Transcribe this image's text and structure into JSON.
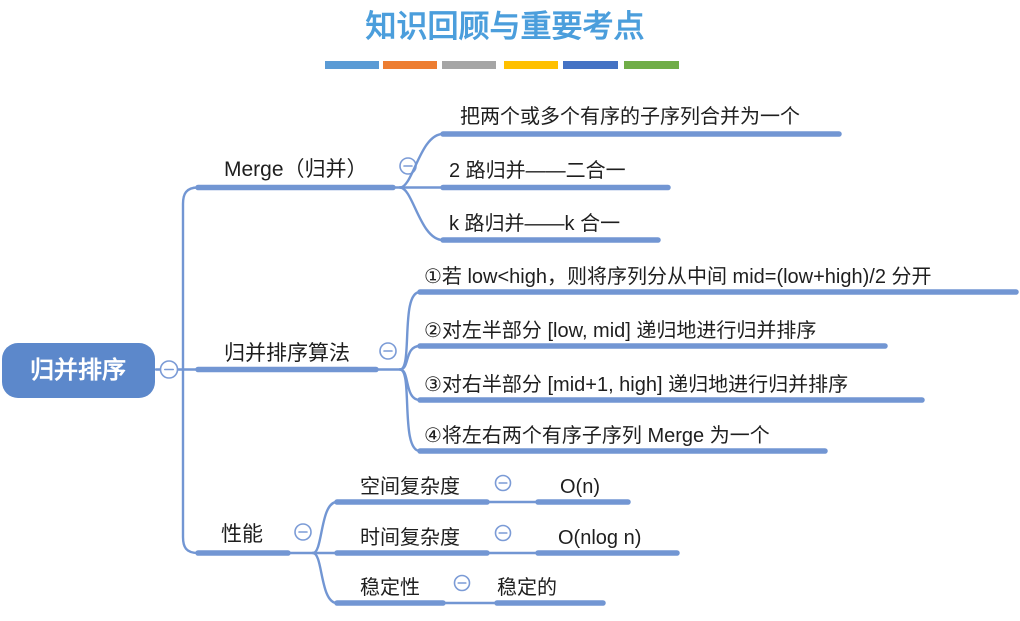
{
  "page": {
    "title": "知识回顾与重要考点"
  },
  "colors": {
    "title": "#4B9EDC",
    "line": "#7296D3",
    "root_fill": "#5C88CB",
    "root_text": "#FFFFFF",
    "text": "#1E1E1E"
  },
  "divider_bars": [
    {
      "color": "#5B9BD5"
    },
    {
      "color": "#ED7D31"
    },
    {
      "color": "#A5A5A5"
    },
    {
      "color": "#FFC000"
    },
    {
      "color": "#4472C4"
    },
    {
      "color": "#70AD47"
    }
  ],
  "root": {
    "label": "归并排序"
  },
  "branches": [
    {
      "label": "Merge（归并）",
      "children": [
        {
          "label": "把两个或多个有序的子序列合并为一个"
        },
        {
          "label": "2 路归并——二合一"
        },
        {
          "label": "k 路归并——k 合一"
        }
      ]
    },
    {
      "label": "归并排序算法",
      "children": [
        {
          "label": "①若 low<high，则将序列分从中间 mid=(low+high)/2 分开"
        },
        {
          "label": "②对左半部分 [low, mid] 递归地进行归并排序"
        },
        {
          "label": "③对右半部分 [mid+1, high] 递归地进行归并排序"
        },
        {
          "label": "④将左右两个有序子序列 Merge 为一个"
        }
      ]
    },
    {
      "label": "性能",
      "children": [
        {
          "label": "空间复杂度",
          "children": [
            {
              "label": "O(n)"
            }
          ]
        },
        {
          "label": "时间复杂度",
          "children": [
            {
              "label": "O(nlog n)"
            }
          ]
        },
        {
          "label": "稳定性",
          "children": [
            {
              "label": "稳定的"
            }
          ]
        }
      ]
    }
  ]
}
